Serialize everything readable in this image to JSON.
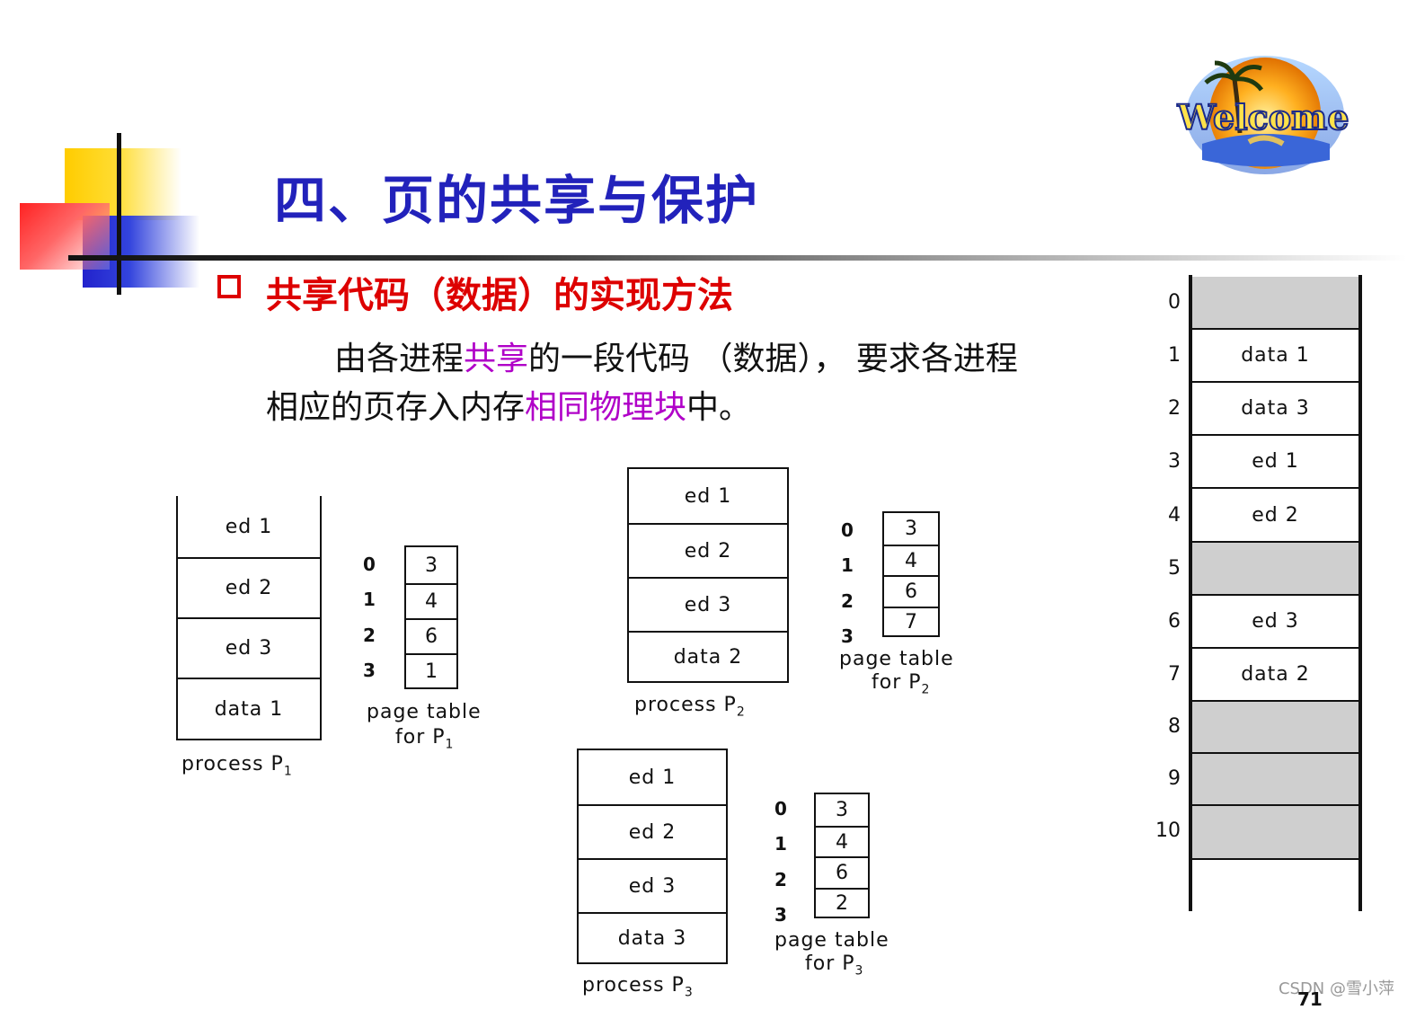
{
  "header": {
    "title": "四、页的共享与保护",
    "logo_text": "Welcome",
    "section": "共享代码（数据）的实现方法"
  },
  "paragraph": {
    "line1_a": "由各进程",
    "line1_hl": "共享",
    "line1_b": "的一段代码 （数据），  要求各进程",
    "line2_a": "相应的页存入内存",
    "line2_hl": "相同物理块",
    "line2_b": "中。"
  },
  "processes": [
    {
      "label": "process P",
      "sub": "1",
      "pages": [
        "ed 1",
        "ed 2",
        "ed 3",
        "data 1"
      ],
      "page_table_label": "page table",
      "page_table_for": "for P",
      "page_table_sub": "1",
      "indices": [
        "0",
        "1",
        "2",
        "3"
      ],
      "frames": [
        "3",
        "4",
        "6",
        "1"
      ]
    },
    {
      "label": "process P",
      "sub": "2",
      "pages": [
        "ed 1",
        "ed 2",
        "ed 3",
        "data 2"
      ],
      "page_table_label": "page table",
      "page_table_for": "for P",
      "page_table_sub": "2",
      "indices": [
        "0",
        "1",
        "2",
        "3"
      ],
      "frames": [
        "3",
        "4",
        "6",
        "7"
      ]
    },
    {
      "label": "process P",
      "sub": "3",
      "pages": [
        "ed 1",
        "ed 2",
        "ed 3",
        "data 3"
      ],
      "page_table_label": "page table",
      "page_table_for": "for P",
      "page_table_sub": "3",
      "indices": [
        "0",
        "1",
        "2",
        "3"
      ],
      "frames": [
        "3",
        "4",
        "6",
        "2"
      ]
    }
  ],
  "physical_memory": {
    "indices": [
      "0",
      "1",
      "2",
      "3",
      "4",
      "5",
      "6",
      "7",
      "8",
      "9",
      "10"
    ],
    "frames": [
      "",
      "data 1",
      "data 3",
      "ed 1",
      "ed 2",
      "",
      "ed 3",
      "data 2",
      "",
      "",
      ""
    ]
  },
  "footer": {
    "watermark": "CSDN @雪小萍",
    "page_number": "71"
  },
  "colors": {
    "title": "#2222bb",
    "section": "#dd0000",
    "highlight": "#b000c8",
    "free_frame": "#cfcfcf"
  }
}
